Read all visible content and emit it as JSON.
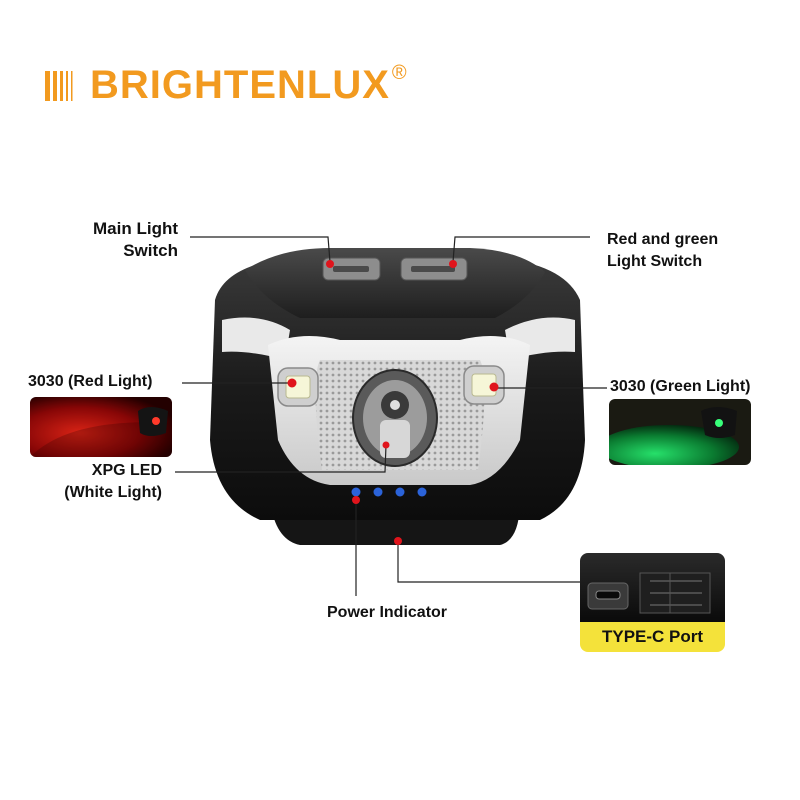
{
  "brand": {
    "name": "BRIGHTENLUX",
    "registered": "®",
    "color": "#f29a1f"
  },
  "callouts": {
    "main_switch": [
      "Main Light",
      "Switch"
    ],
    "rg_switch": [
      "Red and green",
      "Light Switch"
    ],
    "red_light": "3030 (Red Light)",
    "green_light": "3030 (Green Light)",
    "xpg_led": [
      "XPG LED",
      "(White Light)"
    ],
    "power_indicator": "Power Indicator",
    "type_c": "TYPE-C Port"
  },
  "colors": {
    "callout_dot": "#e0141c",
    "indicator_led": "#2b63d9",
    "type_c_badge": "#f4e23a",
    "housing": "#1c1c1c"
  }
}
